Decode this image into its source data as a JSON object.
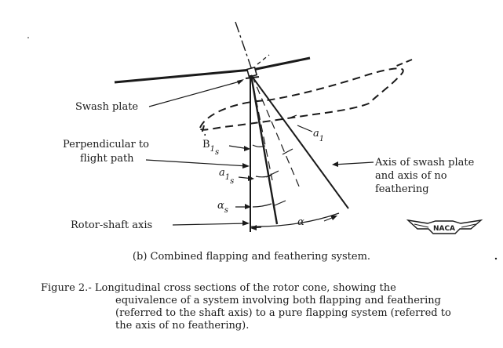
{
  "labels": {
    "swash_plate": "Swash plate",
    "perpendicular_line1": "Perpendicular to",
    "perpendicular_line2": "flight path",
    "rotor_shaft_axis": "Rotor-shaft axis",
    "axis_line1": "Axis of swash plate",
    "axis_line2": "and axis of no",
    "axis_line3": "feathering",
    "b1s_main": "B",
    "b1s_sub": "1",
    "b1s_subsub": "s",
    "a1s_main": "a",
    "a1s_sub": "1",
    "a1s_subsub": "s",
    "a1_main": "a",
    "a1_sub": "1",
    "alpha_s_main": "α",
    "alpha_s_sub": "s",
    "alpha": "α",
    "naca_logo": "NACA"
  },
  "caption": {
    "sub": "(b)  Combined flapping and feathering system.",
    "figure_label": "Figure 2.-",
    "line1": "Longitudinal cross sections of the rotor cone, showing the",
    "line2": "equivalence of a system involving both flapping and feathering",
    "line3": "(referred to the shaft axis) to a pure flapping system (referred to",
    "line4": "the axis of no feathering)."
  }
}
